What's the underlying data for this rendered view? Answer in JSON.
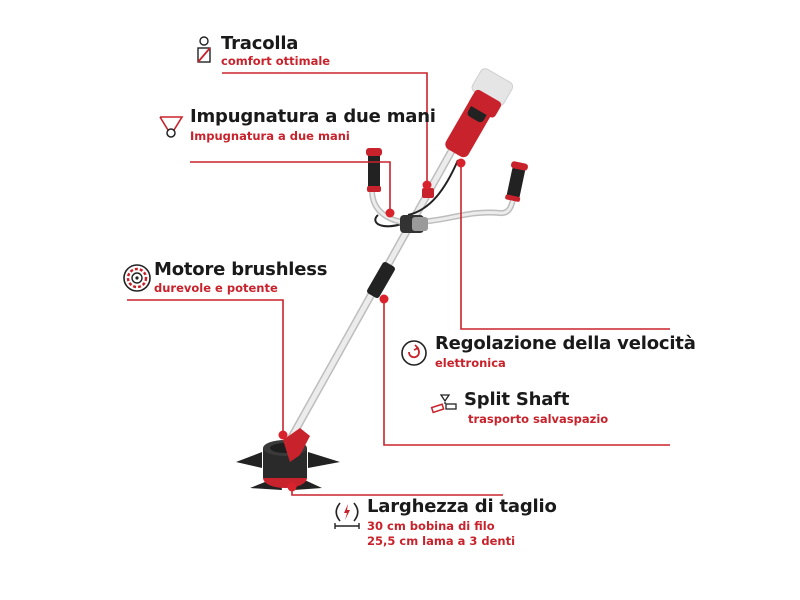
{
  "colors": {
    "accent": "#c8232c",
    "title": "#1a1a1a",
    "line": "#c8232c",
    "shaft": "#d9d9d9",
    "tool_black": "#222222"
  },
  "features": [
    {
      "id": "tracolla",
      "icon": "shoulder-strap-icon",
      "title": "Tracolla",
      "subtitle": [
        "comfort ottimale"
      ]
    },
    {
      "id": "impugnatura",
      "icon": "two-hand-grip-icon",
      "title": "Impugnatura a due mani",
      "subtitle": [
        "Impugnatura a due mani"
      ]
    },
    {
      "id": "motore",
      "icon": "brushless-motor-icon",
      "title": "Motore brushless",
      "subtitle": [
        "durevole e potente"
      ]
    },
    {
      "id": "regolazione",
      "icon": "speed-dial-icon",
      "title": "Regolazione della velocità",
      "subtitle": [
        "elettronica"
      ]
    },
    {
      "id": "split",
      "icon": "split-shaft-icon",
      "title": "Split Shaft",
      "subtitle": [
        "trasporto salvaspazio"
      ]
    },
    {
      "id": "larghezza",
      "icon": "cutting-width-icon",
      "title": "Larghezza di taglio",
      "subtitle": [
        "30 cm bobina di filo",
        "25,5 cm lama a 3 denti"
      ]
    }
  ]
}
